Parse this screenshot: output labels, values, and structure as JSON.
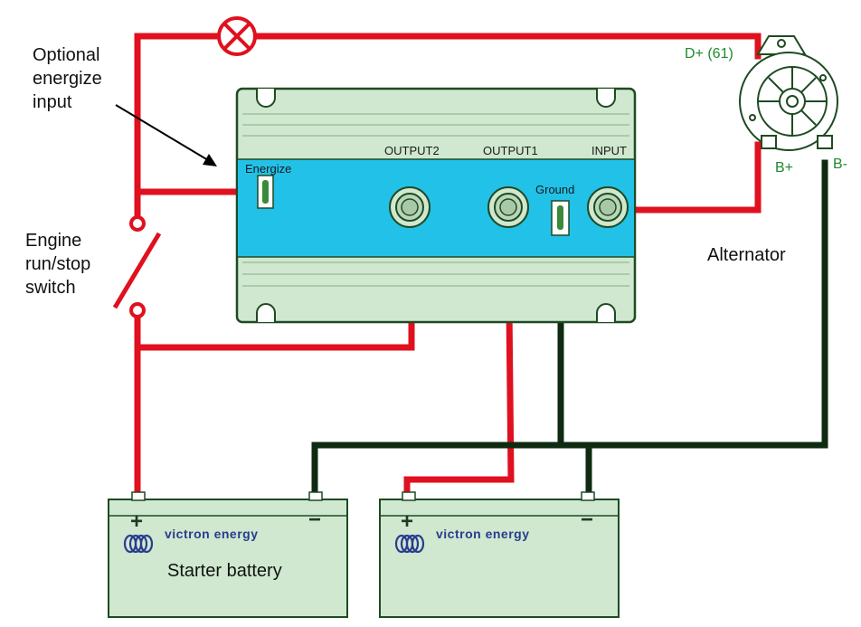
{
  "labels": {
    "optional_energize": [
      "Optional",
      "energize",
      "input"
    ],
    "engine_switch": [
      "Engine",
      "run/stop",
      "switch"
    ],
    "energize": "Energize",
    "output2": "OUTPUT2",
    "output1": "OUTPUT1",
    "input": "INPUT",
    "ground": "Ground",
    "d_plus": "D+ (61)",
    "b_plus": "B+",
    "b_minus": "B-",
    "alternator": "Alternator"
  },
  "batteries": [
    {
      "brand": "victron energy",
      "name": "Starter battery",
      "plus": "+",
      "minus": "−"
    },
    {
      "brand": "victron energy",
      "name": "",
      "plus": "+",
      "minus": "−"
    }
  ],
  "colors": {
    "positive_wire": "#e0101e",
    "negative_wire": "#0f2a12",
    "isolator_body": "#cfe8cf",
    "isolator_band": "#21c1e8",
    "battery_body": "#cfe8cf",
    "outline": "#1f4a22"
  }
}
